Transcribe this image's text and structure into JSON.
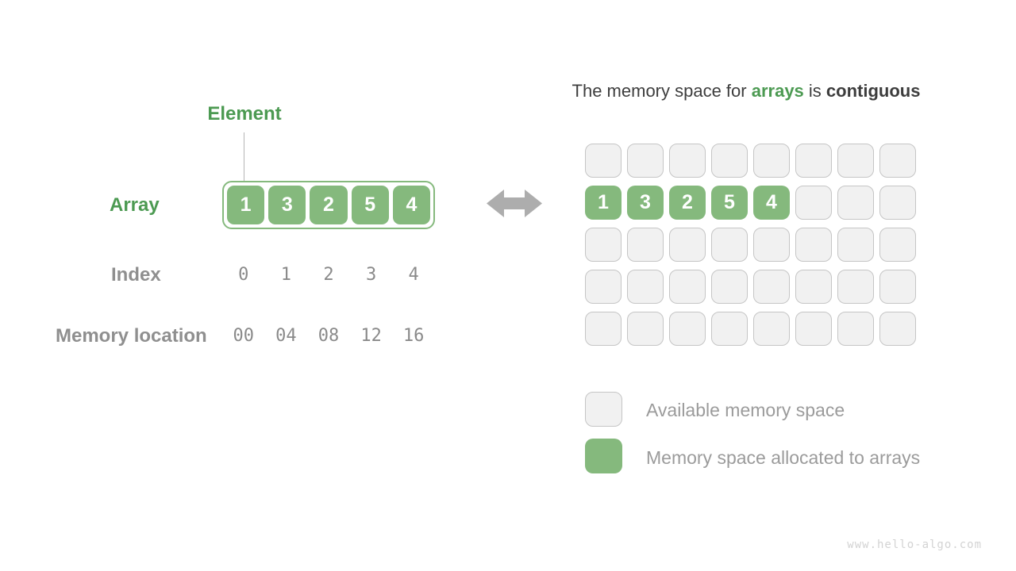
{
  "title": {
    "prefix": "The memory space for ",
    "highlight": "arrays",
    "middle": " is ",
    "emphasis": "contiguous"
  },
  "left": {
    "element_label": "Element",
    "array_label": "Array",
    "values": [
      "1",
      "3",
      "2",
      "5",
      "4"
    ],
    "index_label": "Index",
    "indices": [
      "0",
      "1",
      "2",
      "3",
      "4"
    ],
    "memory_label": "Memory location",
    "memory_locations": [
      "00",
      "04",
      "08",
      "12",
      "16"
    ]
  },
  "memory_grid": {
    "columns": 8,
    "rows": 5,
    "allocated_row_index": 1,
    "allocated_values": [
      "1",
      "3",
      "2",
      "5",
      "4"
    ]
  },
  "legend": {
    "available_label": "Available memory space",
    "allocated_label": "Memory space allocated to arrays"
  },
  "watermark": "www.hello-algo.com",
  "colors": {
    "array_green": "#85B97D",
    "label_green": "#4C9A52",
    "available_cell_fill": "#F1F1F1",
    "available_cell_border": "#C5C5C5",
    "muted_label_text": "#8F8F8F",
    "mono_digit_text": "#8A8A8A",
    "legend_text": "#9B9B9B",
    "title_text": "#3D3D3D",
    "arrow_gray": "#ADADAD",
    "watermark_gray": "#D3D3D3"
  }
}
